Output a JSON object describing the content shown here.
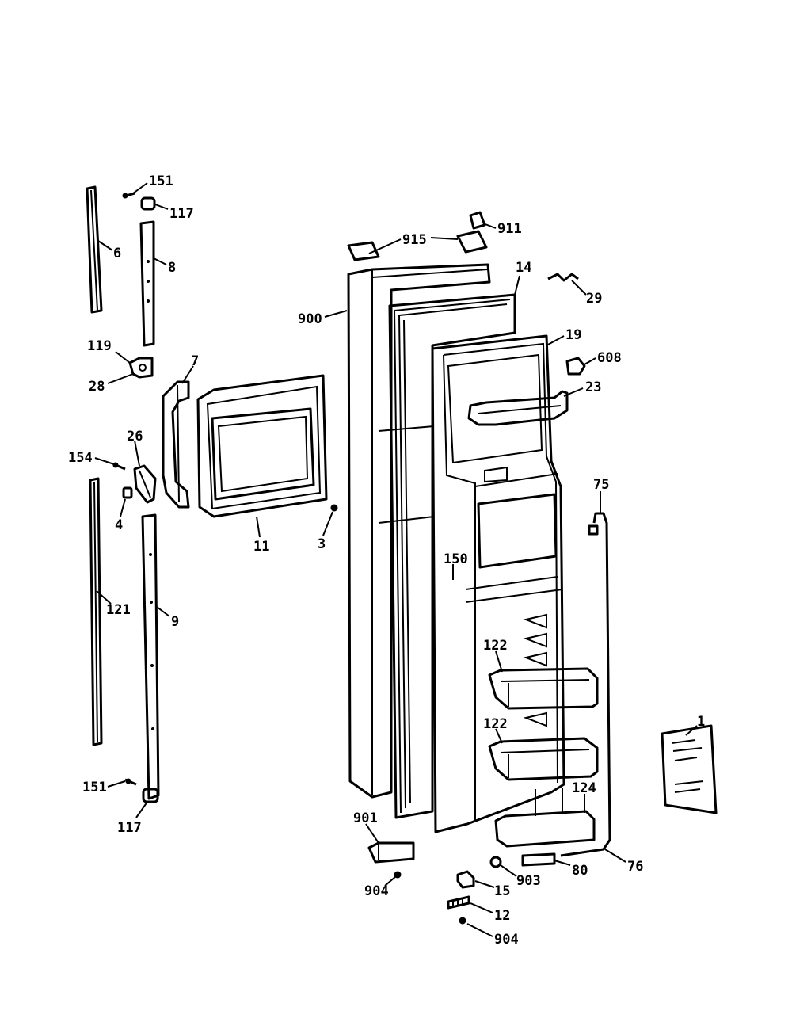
{
  "callouts": {
    "c151a": "151",
    "c117a": "117",
    "c6": "6",
    "c8": "8",
    "c119": "119",
    "c28a": "28",
    "c7": "7",
    "c26": "26",
    "c154": "154",
    "c4": "4",
    "c11": "11",
    "c3": "3",
    "c121": "121",
    "c9": "9",
    "c151b": "151",
    "c117b": "117",
    "c915": "915",
    "c911": "911",
    "c900": "900",
    "c14": "14",
    "c29": "29",
    "c19": "19",
    "c608": "608",
    "c23": "23",
    "c75": "75",
    "c150": "150",
    "c122a": "122",
    "c122b": "122",
    "c1": "1",
    "c124": "124",
    "c901": "901",
    "c904a": "904",
    "c903": "903",
    "c80": "80",
    "c76": "76",
    "c15": "15",
    "c12": "12",
    "c904b": "904"
  }
}
